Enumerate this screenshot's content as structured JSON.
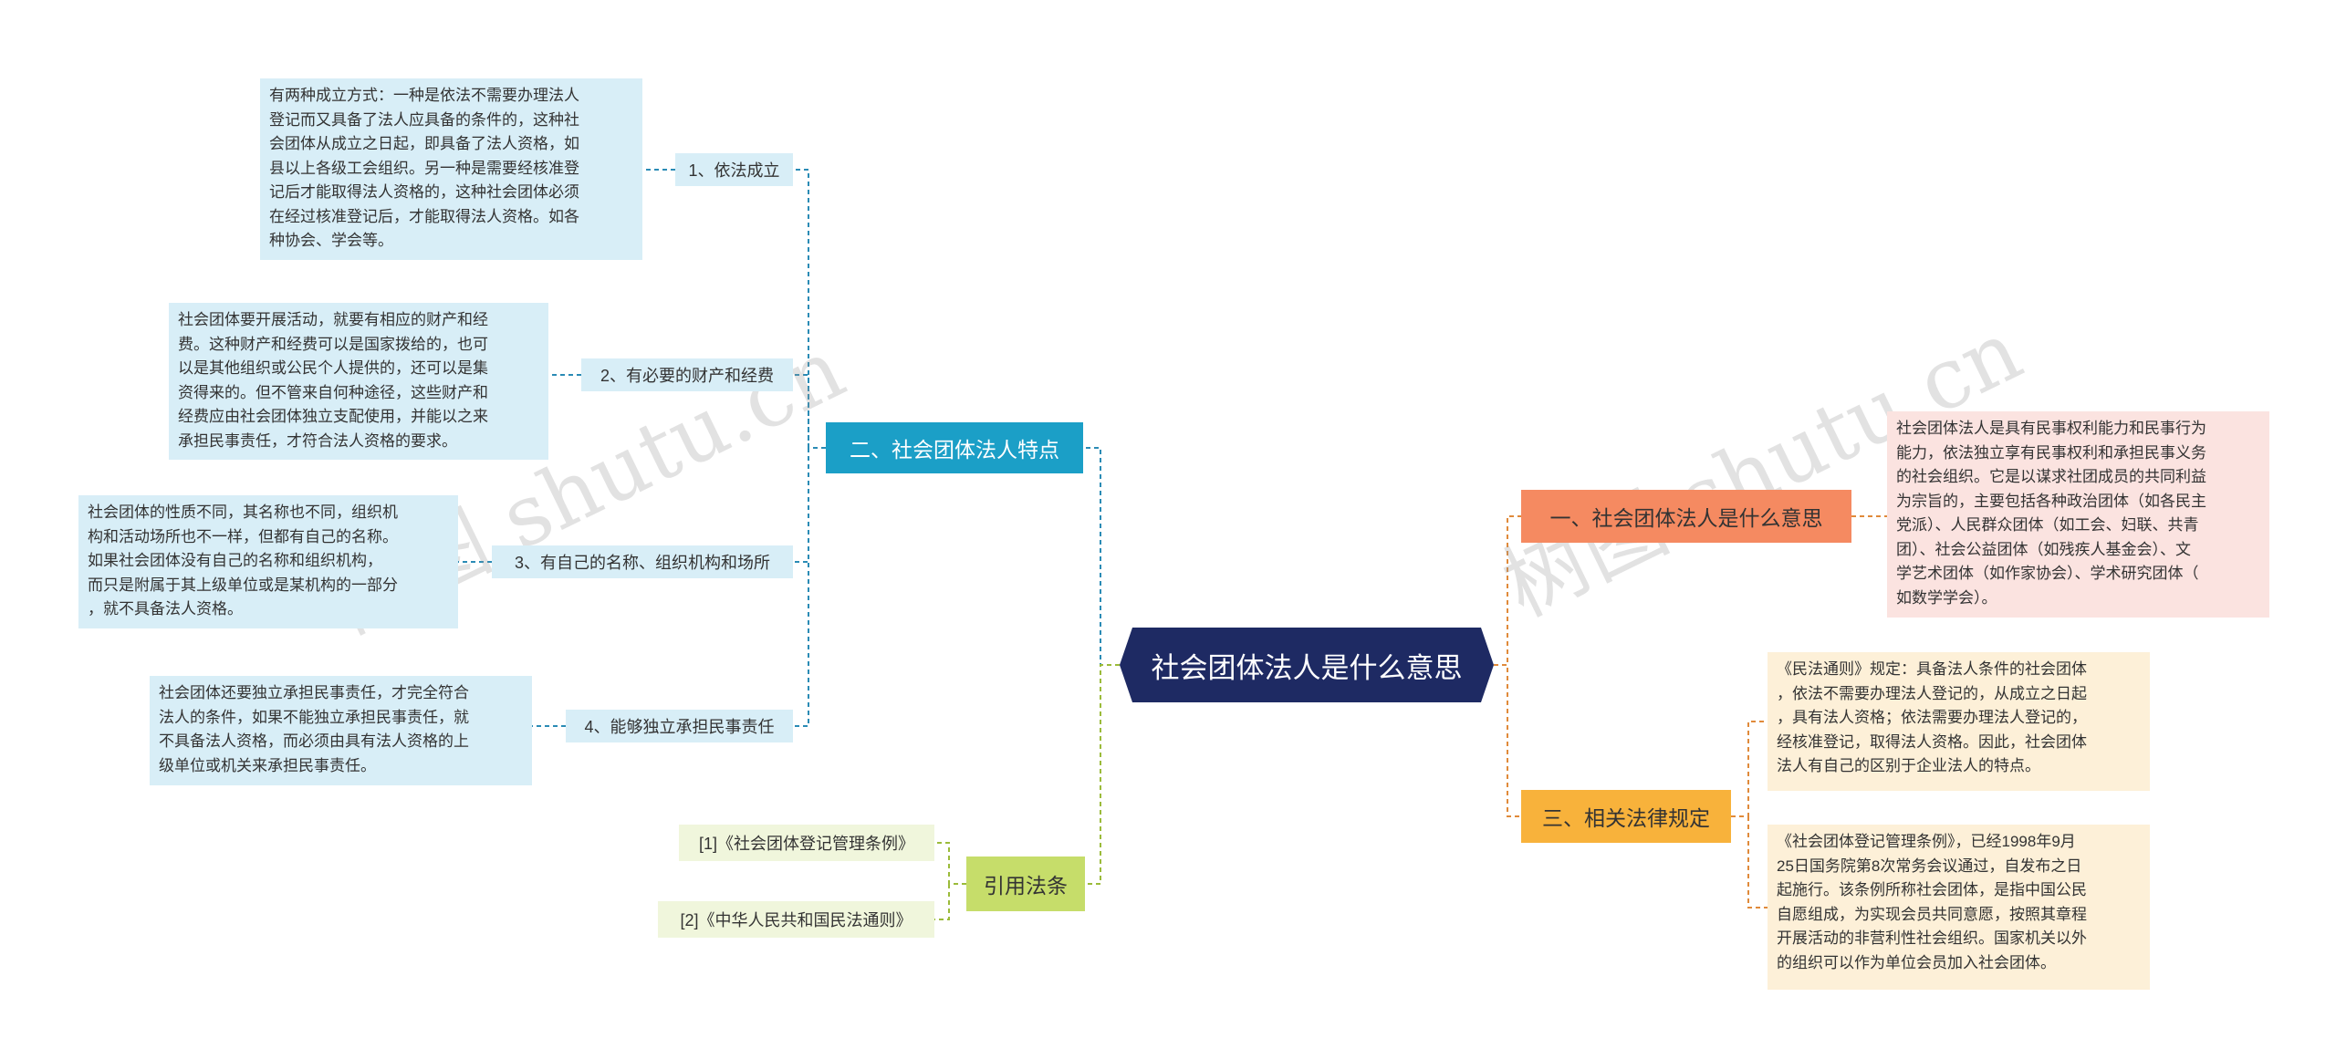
{
  "root": {
    "title": "社会团体法人是什么意思"
  },
  "left": {
    "features": {
      "title": "二、社会团体法人特点",
      "items": [
        {
          "label": "1、依法成立",
          "text": "有两种成立方式：一种是依法不需要办理法人\n登记而又具备了法人应具备的条件的，这种社\n会团体从成立之日起，即具备了法人资格，如\n县以上各级工会组织。另一种是需要经核准登\n记后才能取得法人资格的，这种社会团体必须\n在经过核准登记后，才能取得法人资格。如各\n种协会、学会等。"
        },
        {
          "label": "2、有必要的财产和经费",
          "text": "社会团体要开展活动，就要有相应的财产和经\n费。这种财产和经费可以是国家拨给的，也可\n以是其他组织或公民个人提供的，还可以是集\n资得来的。但不管来自何种途径，这些财产和\n经费应由社会团体独立支配使用，并能以之来\n承担民事责任，才符合法人资格的要求。"
        },
        {
          "label": "3、有自己的名称、组织机构和场所",
          "text": "社会团体的性质不同，其名称也不同，组织机\n构和活动场所也不一样，但都有自己的名称。\n如果社会团体没有自己的名称和组织机构，\n而只是附属于其上级单位或是某机构的一部分\n，就不具备法人资格。"
        },
        {
          "label": "4、能够独立承担民事责任",
          "text": "社会团体还要独立承担民事责任，才完全符合\n法人的条件，如果不能独立承担民事责任，就\n不具备法人资格，而必须由具有法人资格的上\n级单位或机关来承担民事责任。"
        }
      ]
    },
    "citations": {
      "title": "引用法条",
      "items": [
        "[1]《社会团体登记管理条例》",
        "[2]《中华人民共和国民法通则》"
      ]
    }
  },
  "right": {
    "meaning": {
      "title": "一、社会团体法人是什么意思",
      "text": "社会团体法人是具有民事权利能力和民事行为\n能力，依法独立享有民事权利和承担民事义务\n的社会组织。它是以谋求社团成员的共同利益\n为宗旨的，主要包括各种政治团体（如各民主\n党派）、人民群众团体（如工会、妇联、共青\n团）、社会公益团体（如残疾人基金会）、文\n学艺术团体（如作家协会）、学术研究团体（\n如数学学会）。"
    },
    "law": {
      "title": "三、相关法律规定",
      "items": [
        "《民法通则》规定：具备法人条件的社会团体\n，依法不需要办理法人登记的，从成立之日起\n，具有法人资格；依法需要办理法人登记的，\n经核准登记，取得法人资格。因此，社会团体\n法人有自己的区别于企业法人的特点。",
        "《社会团体登记管理条例》，已经1998年9月\n25日国务院第8次常务会议通过，自发布之日\n起施行。该条例所称社会团体，是指中国公民\n自愿组成，为实现会员共同意愿，按照其章程\n开展活动的非营利性社会组织。国家机关以外\n的组织可以作为单位会员加入社会团体。"
      ]
    }
  },
  "watermark": [
    "树图 shutu.cn",
    "树图 shutu.cn"
  ],
  "colors": {
    "root": "#1e2a63",
    "features": "#1b9fc7",
    "citations": "#c6dd6a",
    "meaning": "#f58a61",
    "law": "#f8b23b",
    "blue_line": "#2a8bb5",
    "green_line": "#9bbb3a",
    "orange_line": "#e08a3a"
  }
}
